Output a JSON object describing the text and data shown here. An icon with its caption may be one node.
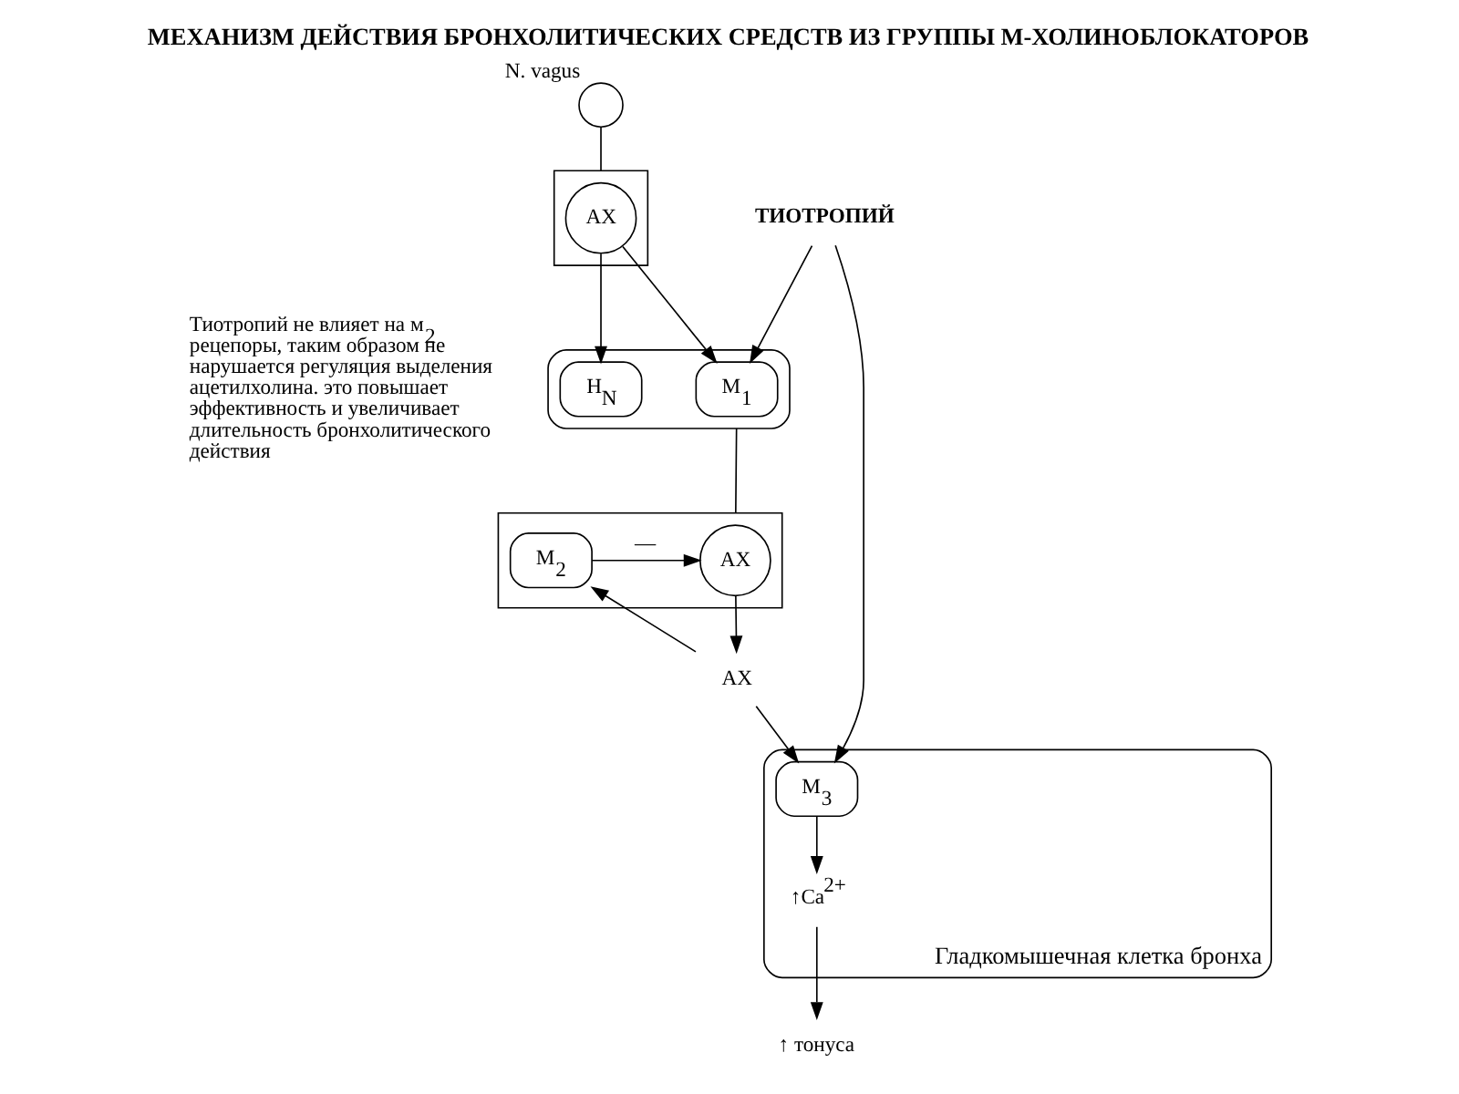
{
  "diagram": {
    "title": "МЕХАНИЗМ ДЕЙСТВИЯ БРОНХОЛИТИЧЕСКИХ СРЕДСТВ ИЗ ГРУППЫ М-ХОЛИНОБЛОКАТОРОВ",
    "nodes": [
      {
        "text": [],
        "shape": "circle",
        "beside": [
          "N. vagus"
        ]
      },
      {
        "text": [],
        "shape": "triangle"
      },
      {
        "text": [
          "АХ"
        ],
        "in": 1
      },
      {
        "text": [],
        "shape": "ellipse"
      },
      {
        "text": [
          "M$_{1}$"
        ],
        "in": 3
      },
      {
        "text": [
          "H$_{N}$"
        ],
        "in": 3
      },
      {
        "text": [],
        "shape": "triangle"
      },
      {
        "text": [
          "АХ"
        ],
        "in": 6
      },
      {
        "text": [
          "M$_{2}$"
        ],
        "in": 6
      },
      {
        "text": [
          "АХ"
        ]
      },
      {
        "text": [
          "Гладкомышечная клетка бронха"
        ]
      },
      {
        "text": [
          "M$_{3}$"
        ],
        "in": 10
      },
      {
        "text": [
          "↑Ca$^{2+}$"
        ],
        "in": 10
      },
      {
        "text": [
          "↑ тонуса"
        ]
      },
      {
        "text": [
          "ТИОТРОПИЙ"
        ]
      }
    ],
    "edges": [
      {
        "from": 0,
        "to": 1,
        "arrow": "none"
      },
      {
        "from": 2,
        "to": 4,
        "arrow": "to"
      },
      {
        "from": 2,
        "to": 5,
        "arrow": "to"
      },
      {
        "from": 3,
        "to": 6,
        "arrow": "none"
      },
      {
        "from": 7,
        "to": 9,
        "arrow": "to"
      },
      {
        "from": 8,
        "to": 7,
        "arrow": "to",
        "label": "—"
      },
      {
        "from": 9,
        "to": 8,
        "arrow": "to"
      },
      {
        "from": 9,
        "to": 11,
        "arrow": "to"
      },
      {
        "from": 11,
        "to": 12,
        "arrow": "to"
      },
      {
        "from": 12,
        "to": 13,
        "arrow": "to"
      },
      {
        "from": 14,
        "to": 4,
        "arrow": "to"
      },
      {
        "from": 14,
        "to": 11,
        "arrow": "to"
      }
    ],
    "labels": [
      "Тиотропий не влияет на м$_{2}$ рецепоры, таким образом не нарушается регуляция выделения ацетилхолина. это повышает эффективность и увеличивает длительность бронхолитического действия"
    ]
  }
}
